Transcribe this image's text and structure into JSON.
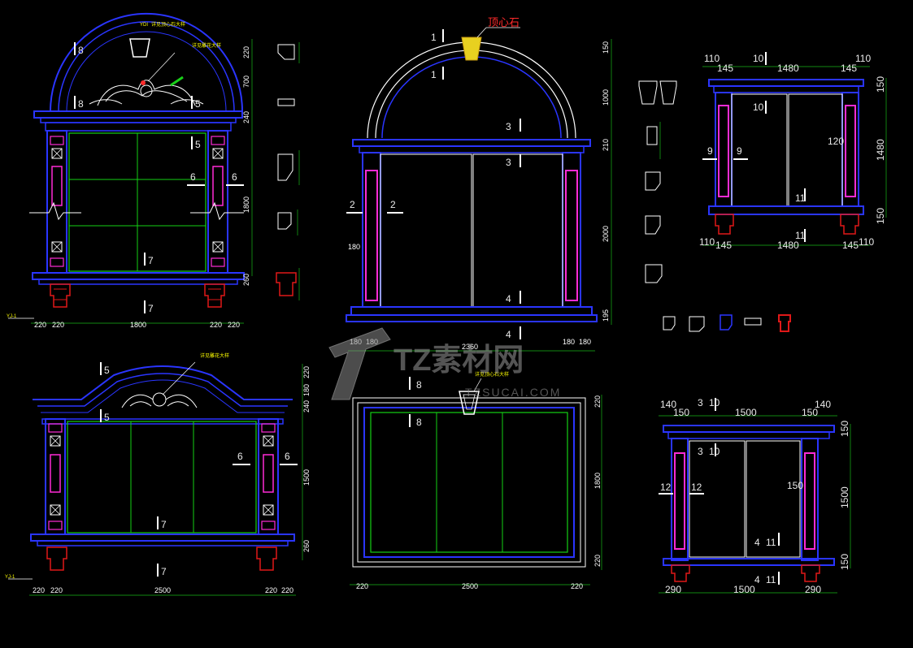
{
  "colors": {
    "background": "#000000",
    "outline_blue": "#2a35ff",
    "glazing_green": "#14d014",
    "flute_magenta": "#ff2bd6",
    "corbel_red": "#e01818",
    "keystone_yellow": "#e8d020",
    "dimension_green": "#19b519",
    "text_white": "#ffffff"
  },
  "watermark": {
    "brand": "TZ素材网",
    "url": "TZSUCAI.COM"
  },
  "labels": {
    "keystone_note": "顶心石",
    "ornament_note_top": "详见顶心石大样",
    "ornament_note_left": "详见雕花大样",
    "ornament_note_bottom": "详见雕花大样",
    "ornament_note_rect": "详见顶心石大样",
    "keystone_tag": "YDI",
    "corbel_tag": "YJ-1"
  },
  "views": {
    "v1": {
      "sec_top": "8",
      "sec_mid": "8",
      "sec_5a": "5",
      "sec_5b": "5",
      "sec_6a": "6",
      "sec_6b": "6",
      "sec_7a": "7",
      "sec_7b": "7",
      "dims_bottom": [
        "220",
        "220",
        "1800",
        "220",
        "220"
      ],
      "dims_right": [
        "220",
        "700",
        "240",
        "1800",
        "260"
      ]
    },
    "v2": {
      "sec_1a": "1",
      "sec_1b": "1",
      "sec_2a": "2",
      "sec_2b": "2",
      "sec_3a": "3",
      "sec_3b": "3",
      "sec_4a": "4",
      "sec_4b": "4",
      "dim_side": "180",
      "dims_bottom": [
        "180",
        "180",
        "2360",
        "180",
        "180"
      ],
      "dims_right": [
        "150",
        "1000",
        "210",
        "2000",
        "195"
      ]
    },
    "v3": {
      "sec_10a": "10",
      "sec_10b": "10",
      "sec_9a": "9",
      "sec_9b": "9",
      "sec_11a": "11",
      "sec_11b": "11",
      "dims_top": [
        "110",
        "145",
        "1480",
        "145",
        "110"
      ],
      "dims_bottom": [
        "110",
        "145",
        "1480",
        "145",
        "110"
      ],
      "dims_right": [
        "150",
        "1480",
        "150"
      ],
      "dim_inner": "120"
    },
    "v4": {
      "sec_5a": "5",
      "sec_5b": "5",
      "sec_6a": "6",
      "sec_6b": "6",
      "sec_7a": "7",
      "sec_7b": "7",
      "dims_bottom": [
        "220",
        "220",
        "2500",
        "220",
        "220"
      ],
      "dims_right": [
        "220",
        "180",
        "240",
        "1500",
        "260"
      ]
    },
    "v5": {
      "sec_8a": "8",
      "sec_8b": "8",
      "dims_bottom": [
        "220",
        "2500",
        "220"
      ],
      "dims_right": [
        "220",
        "1800",
        "220"
      ]
    },
    "v6": {
      "sec_3": "3",
      "sec_10": "10",
      "sec_3b": "3",
      "sec_10b": "10",
      "sec_12a": "12",
      "sec_12b": "12",
      "sec_4": "4",
      "sec_11": "11",
      "sec_4b": "4",
      "sec_11b": "11",
      "dims_top": [
        "140",
        "150",
        "1500",
        "150",
        "140"
      ],
      "dims_bottom": [
        "290",
        "1500",
        "290"
      ],
      "dims_right": [
        "150",
        "1500",
        "150"
      ],
      "dim_inner": "150"
    }
  }
}
